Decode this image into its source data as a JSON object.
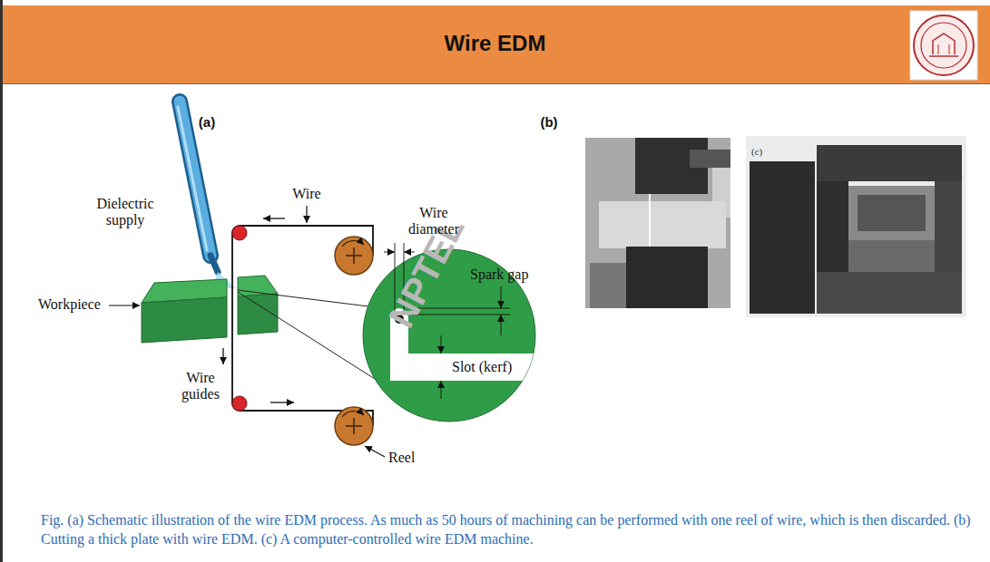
{
  "diagram": {
    "title": "Wire EDM",
    "caption": "Fig. (a) Schematic illustration of the wire EDM process. As much as 50 hours of machining can be performed with one reel of wire, which is then discarded. (b) Cutting a thick plate with wire EDM. (c) A computer-controlled wire EDM machine.",
    "labels": [
      "(a)",
      "(b)",
      "(c)",
      "Dielectric supply",
      "Wire",
      "Wire diameter",
      "Spark gap",
      "Workpiece",
      "Slot (kerf)",
      "Wire guides",
      "Reel",
      "NPTEL"
    ]
  }
}
